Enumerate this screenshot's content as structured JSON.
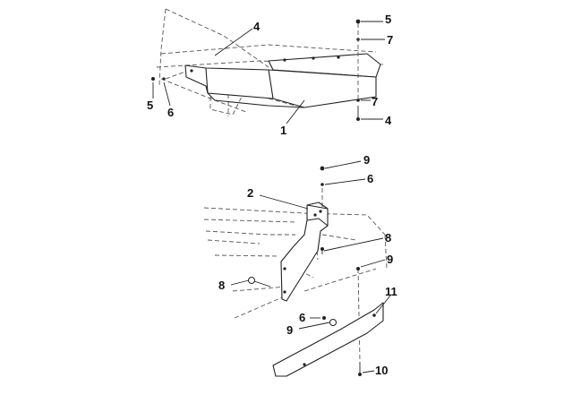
{
  "callouts": {
    "top": [
      "4",
      "5",
      "7",
      "5",
      "6",
      "7",
      "4",
      "1"
    ],
    "bottom": [
      "9",
      "6",
      "2",
      "8",
      "9",
      "8",
      "11",
      "6",
      "9",
      "10"
    ]
  }
}
